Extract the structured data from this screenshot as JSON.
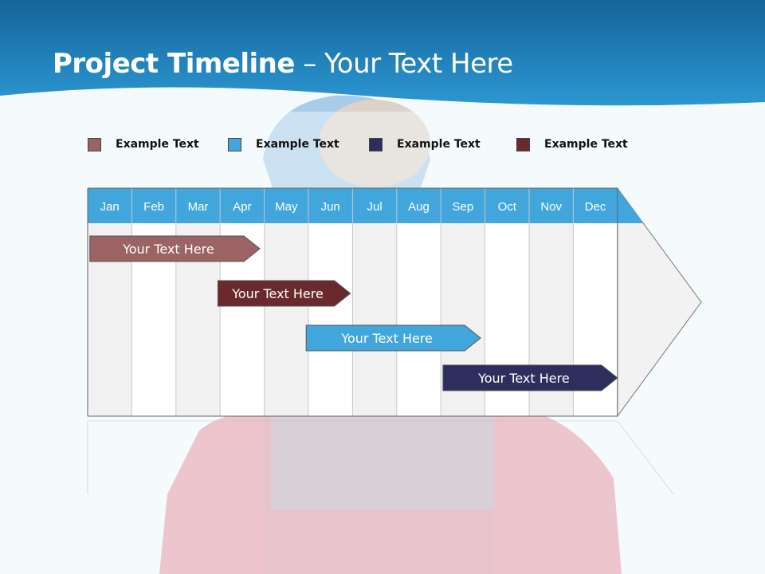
{
  "title": {
    "bold": "Project Timeline",
    "rest": " – Your Text Here"
  },
  "legend": [
    {
      "label": "Example Text",
      "color": "#9b6363"
    },
    {
      "label": "Example Text",
      "color": "#41a6dc"
    },
    {
      "label": "Example Text",
      "color": "#2e2e5e"
    },
    {
      "label": "Example Text",
      "color": "#6a2a2d"
    }
  ],
  "months": [
    "Jan",
    "Feb",
    "Mar",
    "Apr",
    "May",
    "Jun",
    "Jul",
    "Aug",
    "Sep",
    "Oct",
    "Nov",
    "Dec"
  ],
  "tasks": [
    {
      "label": "Your  Text Here",
      "start": 0.05,
      "end": 3.9,
      "color": "#9b6363"
    },
    {
      "label": "Your  Text Here",
      "start": 2.95,
      "end": 5.95,
      "color": "#6a2a2d"
    },
    {
      "label": "Your  Text Here",
      "start": 4.95,
      "end": 8.9,
      "color": "#41a6dc"
    },
    {
      "label": "Your  Text Here",
      "start": 8.05,
      "end": 12.0,
      "color": "#2e2e5e"
    }
  ],
  "colors": {
    "header": "#41a6dc",
    "band_dark": "#1a6d9c",
    "band_light": "#2b93cf"
  }
}
